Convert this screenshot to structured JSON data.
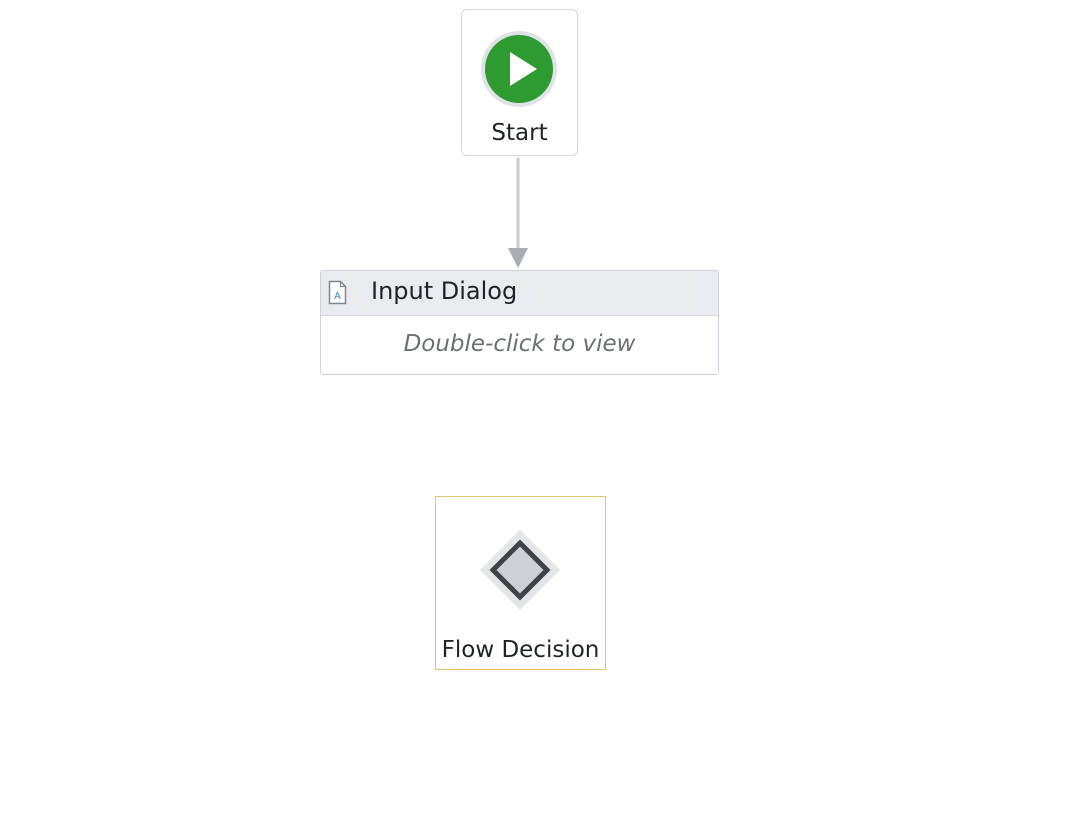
{
  "start": {
    "label": "Start",
    "icon": "play-icon",
    "color": "#2e9b30"
  },
  "activity": {
    "title": "Input Dialog",
    "icon": "document-icon",
    "hint": "Double-click to view"
  },
  "decision": {
    "label": "Flow Decision",
    "icon": "diamond-icon",
    "selected_border_color": "#e9c46a"
  }
}
